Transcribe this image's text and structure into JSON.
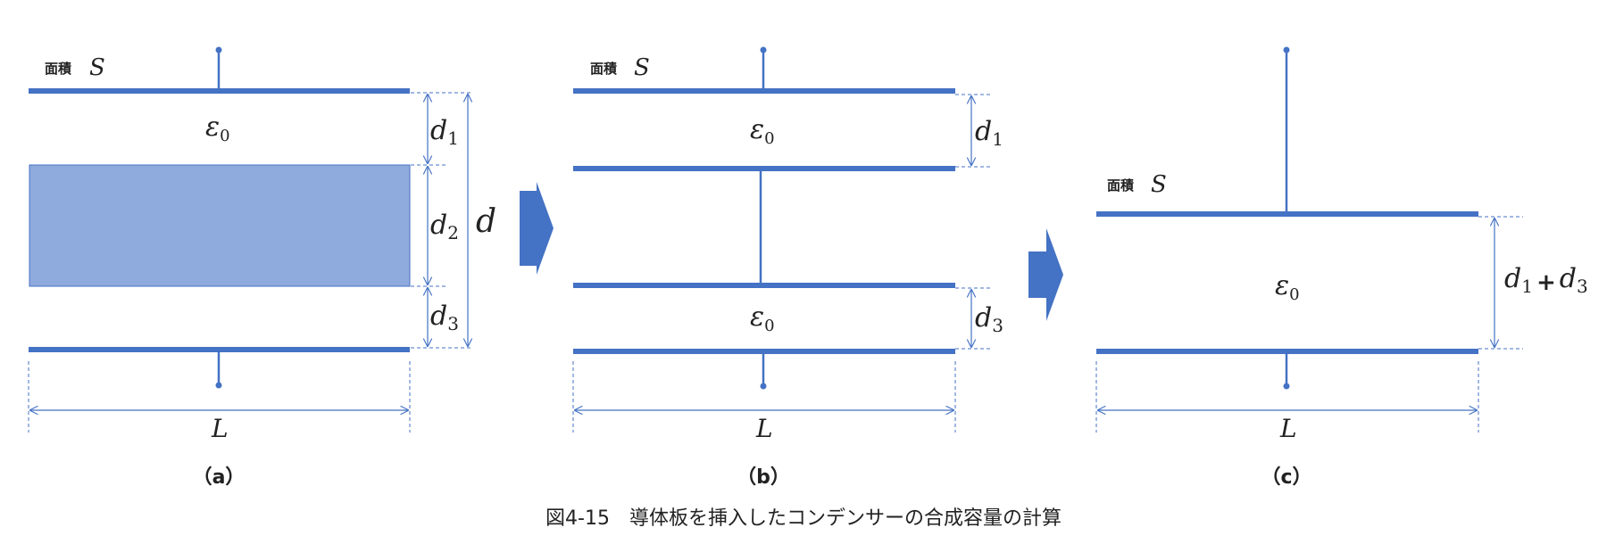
{
  "panels": {
    "a": {
      "area_label": "面積",
      "area_symbol": "S",
      "eps_label": "ε",
      "eps_sub": "0",
      "d1": "d",
      "d1_sub": "1",
      "d2": "d",
      "d2_sub": "2",
      "d3": "d",
      "d3_sub": "3",
      "d_total": "d",
      "length": "L",
      "label": "（a）"
    },
    "b": {
      "area_label": "面積",
      "area_symbol": "S",
      "eps_label": "ε",
      "eps_sub": "0",
      "d1": "d",
      "d1_sub": "1",
      "d3": "d",
      "d3_sub": "3",
      "length": "L",
      "label": "（b）"
    },
    "c": {
      "area_label": "面積",
      "area_symbol": "S",
      "eps_label": "ε",
      "eps_sub": "0",
      "sum_d1": "d",
      "sum_d1_sub": "1",
      "plus": "+",
      "sum_d3": "d",
      "sum_d3_sub": "3",
      "length": "L",
      "label": "（c）"
    }
  },
  "caption": "図4-15　導体板を挿入したコンデンサーの合成容量の計算",
  "colors": {
    "plate": "#4472c4",
    "dielectric": "#8faadc",
    "arrow": "#4472c4"
  }
}
